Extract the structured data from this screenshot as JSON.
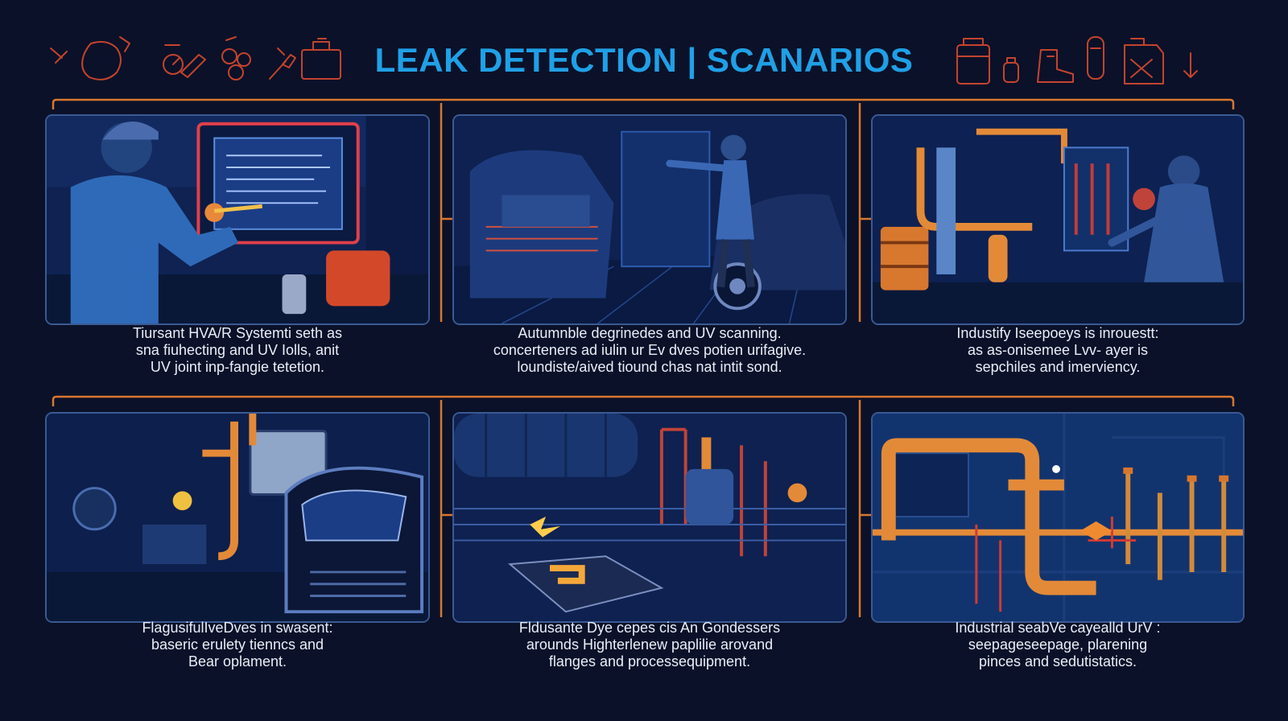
{
  "title": "LEAK DETECTION | SCANARIOS",
  "colors": {
    "title": "#1fa0e6",
    "background": "#0b1128",
    "accent_orange": "#d8782f",
    "panel_blue": "#143472",
    "doodle_red": "#c2442e"
  },
  "doodle_icons_left": [
    "wrench-icon",
    "gauge-icon",
    "pipe-fitting-icon",
    "valve-icon",
    "toolbox-icon"
  ],
  "doodle_icons_right": [
    "canister-icon",
    "bottle-icon",
    "boot-icon",
    "flashlight-icon",
    "jerrycan-icon",
    "arrow-down-icon"
  ],
  "panels": [
    {
      "scene_icon": "hvac-technician-illustration",
      "caption": [
        "Tiursant HVA/R Systemti seth as",
        "sna fiuhecting and UV Iolls, anit",
        "UV joint inp-fangie tetetion."
      ]
    },
    {
      "scene_icon": "automotive-engine-illustration",
      "caption": [
        "Autumnble degrinedes and UV scanning.",
        "concerteners ad iulin ur Ev dves potien urifagive.",
        "loundiste/aived tiound chas nat intit sond."
      ]
    },
    {
      "scene_icon": "industrial-plant-illustration",
      "caption": [
        "Industify Iseepoeys is inrouestt:",
        "as as-onisemee Lvv- ayer is",
        "sepchiles and imerviency."
      ]
    },
    {
      "scene_icon": "truck-workshop-illustration",
      "caption": [
        "FlagusifulIveDves in swasent:",
        "baseric erulety tienncs and",
        "Bear oplament."
      ]
    },
    {
      "scene_icon": "condenser-flange-illustration",
      "caption": [
        "Fldusante Dye cepes cis An Gondessers",
        "arounds Highterlenew paplilie arovand",
        "flanges and processequipment."
      ]
    },
    {
      "scene_icon": "pipeline-network-illustration",
      "caption": [
        "Industrial seabVe cayealld UrV :",
        "seepageseepage, plarening",
        "pinces and sedutistatics."
      ]
    }
  ]
}
